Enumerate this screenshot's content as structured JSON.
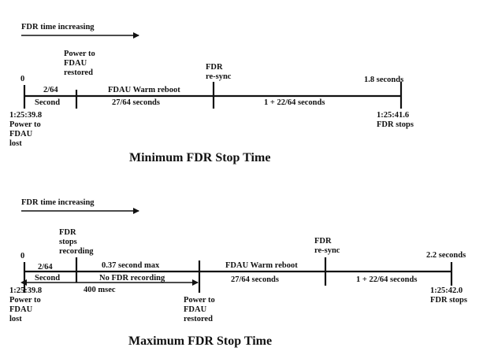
{
  "min_panel": {
    "direction_label": "FDR time increasing",
    "zero_mark": "0",
    "power_restored": [
      "Power to",
      "FDAU",
      "restored"
    ],
    "resync": [
      "FDR",
      "re-sync"
    ],
    "duration_end": "1.8 seconds",
    "seg1": [
      "2/64",
      "Second"
    ],
    "seg2": [
      "FDAU Warm reboot",
      "27/64 seconds"
    ],
    "seg3": "1 + 22/64 seconds",
    "start_time": "1:25:39.8",
    "power_lost": [
      "Power to",
      "FDAU",
      "lost"
    ],
    "end_time": "1:25:41.6",
    "fdr_stops": "FDR stops",
    "title": "Minimum FDR Stop Time"
  },
  "max_panel": {
    "direction_label": "FDR time increasing",
    "zero_mark": "0",
    "fdr_stops_recording": [
      "FDR",
      "stops",
      "recording"
    ],
    "seg1": [
      "2/64",
      "Second"
    ],
    "max_delay": "0.37 second max",
    "no_recording": "No FDR recording",
    "span_400": "400 msec",
    "seg2": [
      "FDAU Warm reboot",
      "27/64 seconds"
    ],
    "resync": [
      "FDR",
      "re-sync"
    ],
    "seg3": "1 + 22/64 seconds",
    "duration_end": "2.2 seconds",
    "start_time": "1:25:39.8",
    "power_lost": [
      "Power to",
      "FDAU",
      "lost"
    ],
    "power_restored": [
      "Power to",
      "FDAU",
      "restored"
    ],
    "end_time": "1:25:42.0",
    "fdr_stops": "FDR stops",
    "title": "Maximum FDR Stop Time"
  }
}
